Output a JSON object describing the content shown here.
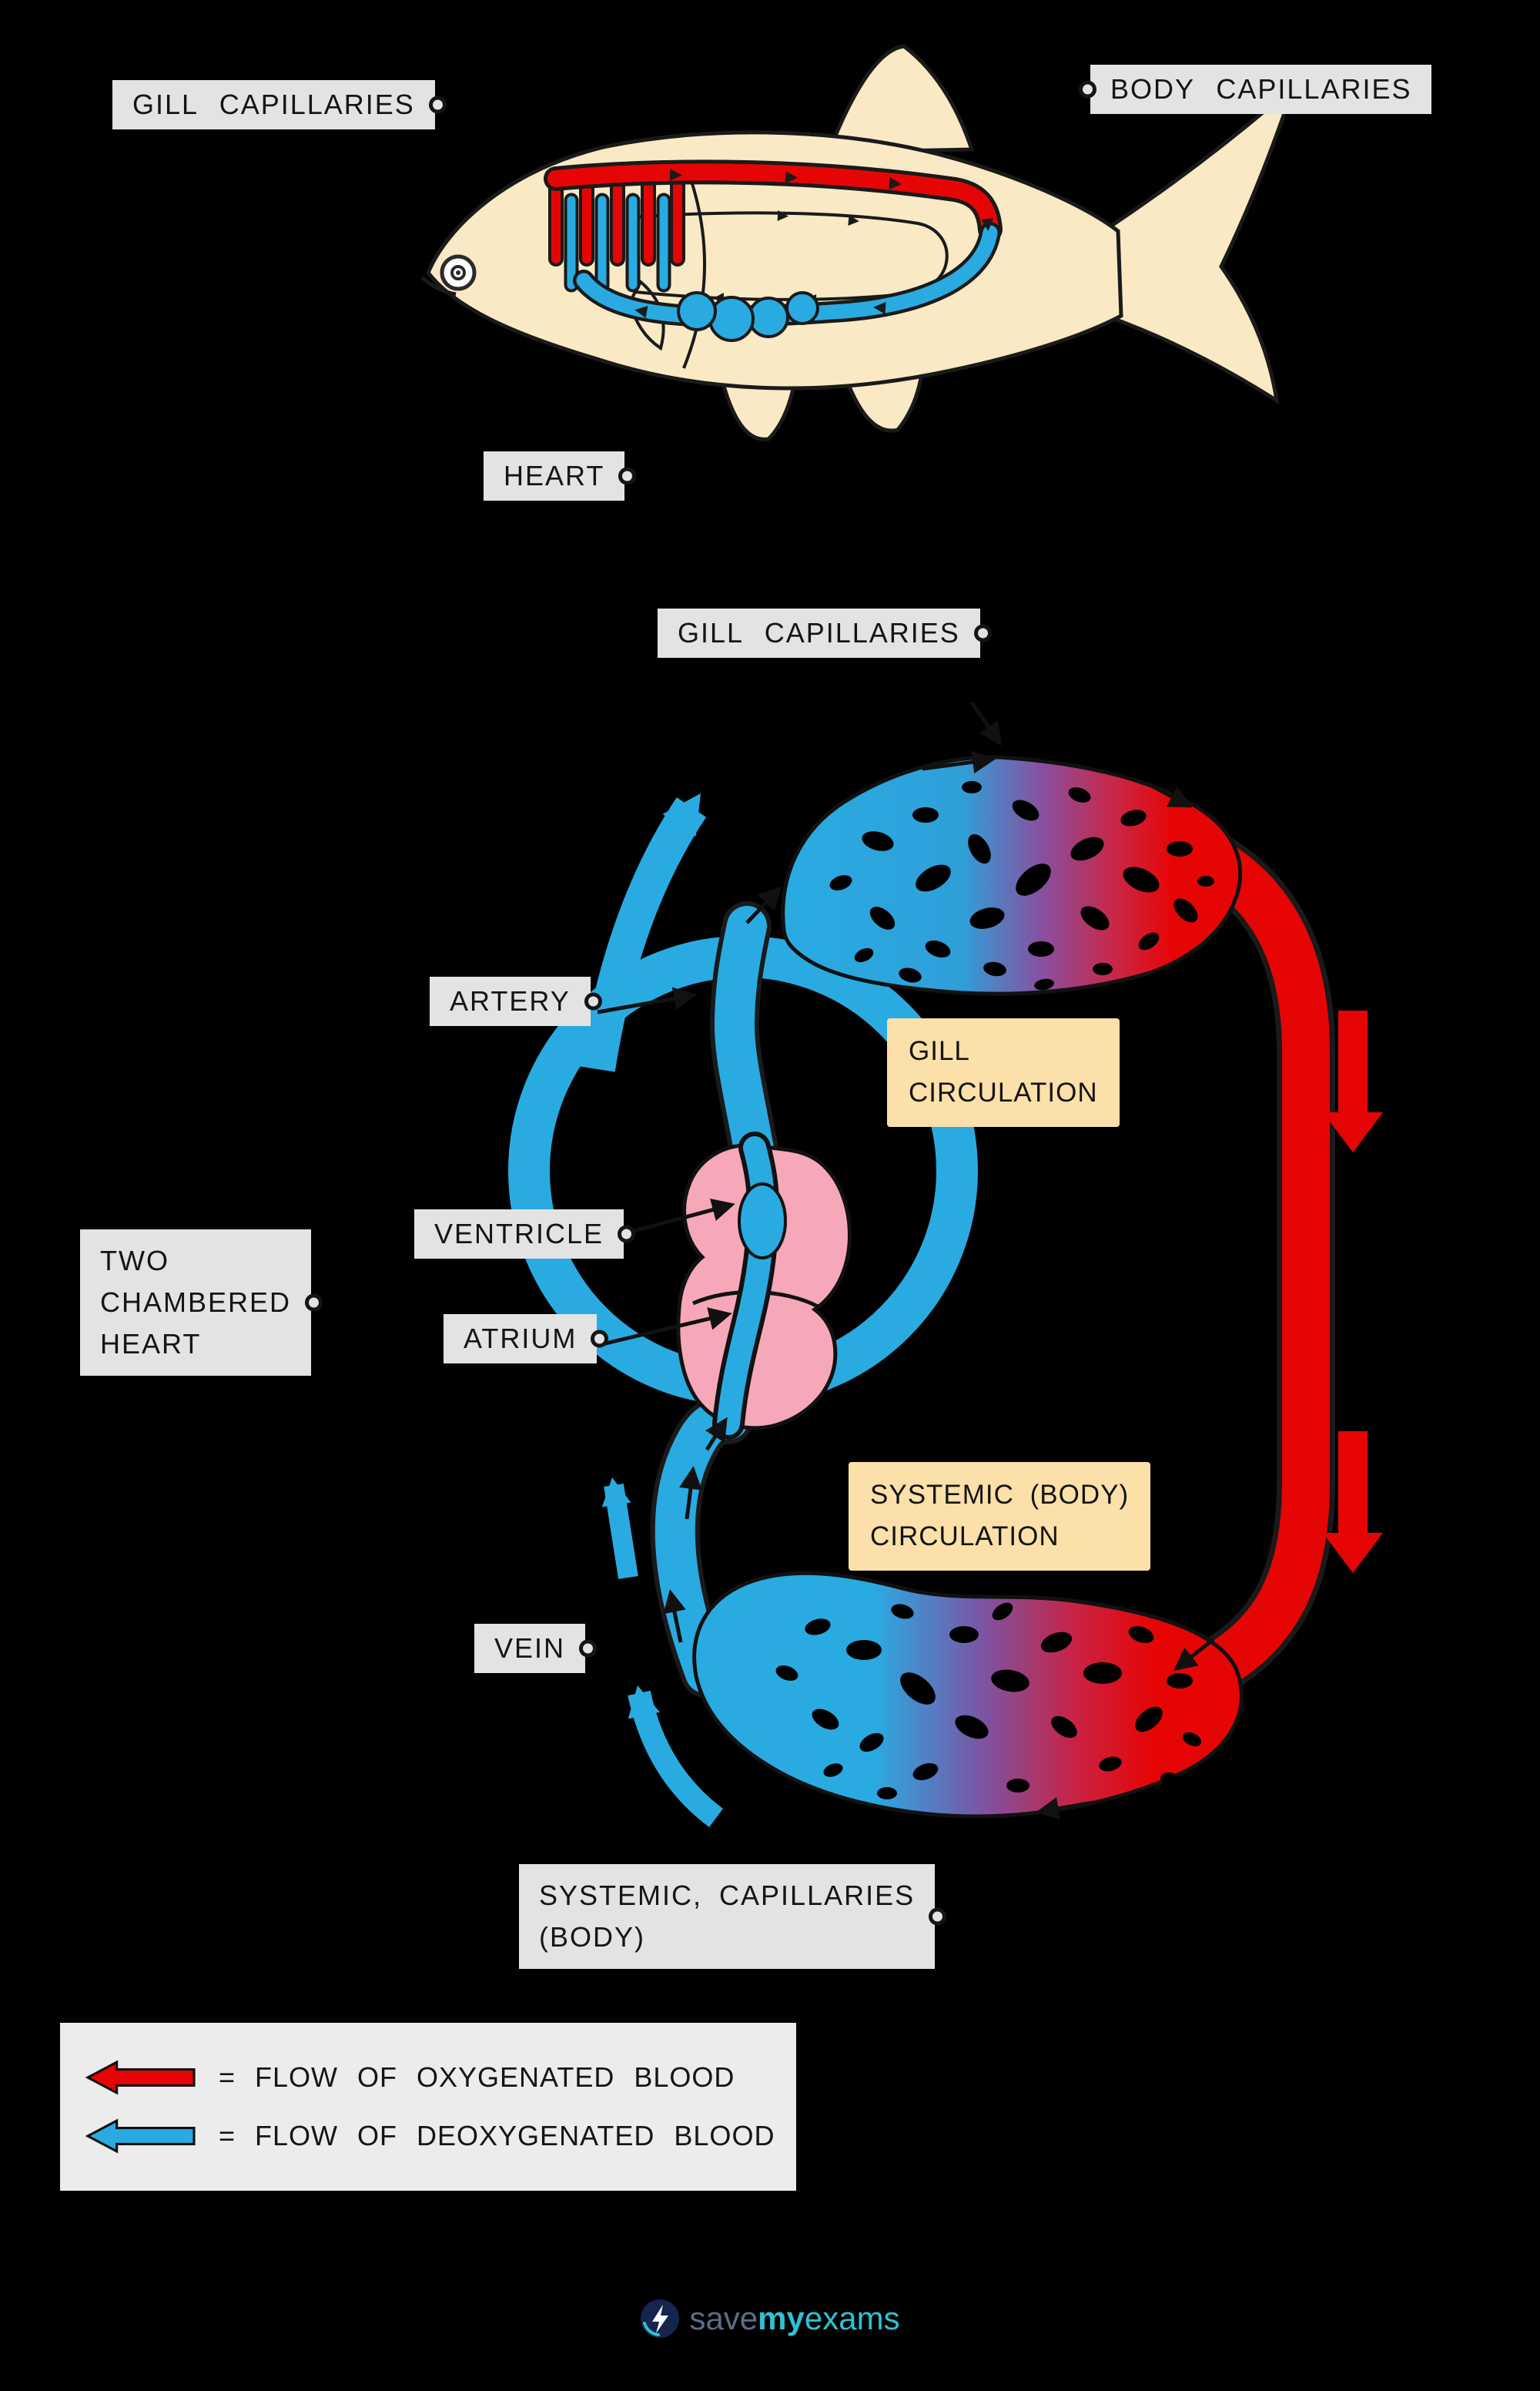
{
  "colors": {
    "background": "#000000",
    "oxygenated_red": "#e60505",
    "deoxygenated_blue": "#29abe2",
    "heart_pink": "#f6a8b8",
    "label_gray": "#e3e3e3",
    "highlight_tan": "#fbe0a9",
    "fish_body_cream": "#f9e9c5"
  },
  "fish_section": {
    "gill_capillaries": "GILL CAPILLARIES",
    "body_capillaries": "BODY CAPILLARIES",
    "heart": "HEART"
  },
  "schematic": {
    "gill_capillaries": "GILL CAPILLARIES",
    "artery": "ARTERY",
    "gill_circulation": {
      "line1": "GILL",
      "line2": "CIRCULATION"
    },
    "two_chambered_heart": {
      "line1": "TWO",
      "line2": "CHAMBERED",
      "line3": "HEART"
    },
    "ventricle": "VENTRICLE",
    "atrium": "ATRIUM",
    "systemic_circulation": {
      "line1": "SYSTEMIC (BODY)",
      "line2": "CIRCULATION"
    },
    "vein": "VEIN",
    "systemic_capillaries": {
      "line1": "SYSTEMIC, CAPILLARIES",
      "line2": "(BODY)"
    }
  },
  "legend": {
    "oxygenated": "= FLOW OF OXYGENATED BLOOD",
    "deoxygenated": "= FLOW OF DEOXYGENATED BLOOD"
  },
  "footer": {
    "brand_save": "save",
    "brand_my": "my",
    "brand_exams": "exams"
  }
}
